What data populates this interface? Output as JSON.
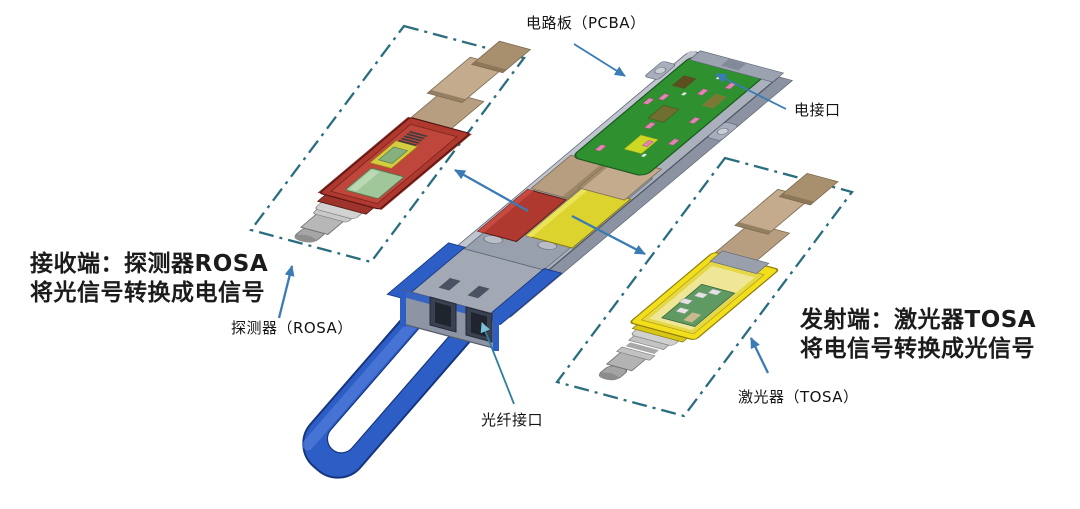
{
  "diagram": {
    "subject": "optical transceiver module exploded view",
    "labels": {
      "pcba": "电路板（PCBA）",
      "electrical_interface": "电接口",
      "detector_rosa": "探测器（ROSA）",
      "laser_tosa": "激光器（TOSA）",
      "fiber_interface": "光纤接口"
    },
    "annotations": {
      "receiver_line1": "接收端：探测器ROSA",
      "receiver_line2": "将光信号转换成电信号",
      "transmitter_line1": "发射端：激光器TOSA",
      "transmitter_line2": "将电信号转换成光信号"
    },
    "colors": {
      "background": "#ffffff",
      "arrow_blue": "#3a7bb5",
      "leader_teal": "#2e7f9e",
      "leader_head_light": "#7cc0da",
      "dash_box_teal": "#2a6d7e",
      "pcb_green": "#2f9030",
      "rosa_red": "#b0392f",
      "tosa_yellow": "#f2de1b",
      "housing_gray": "#a9aebc",
      "latch_blue": "#2d5ec6",
      "flex_tan": "#b89e81",
      "barrel_silver": "#b7b7b7",
      "text_dark": "#1b1b1b"
    }
  }
}
